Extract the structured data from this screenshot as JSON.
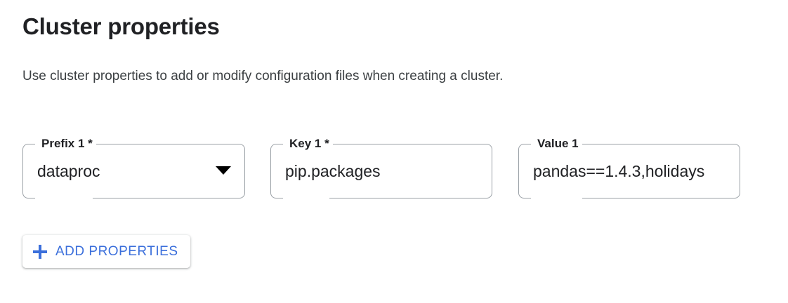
{
  "header": {
    "title": "Cluster properties",
    "subtitle": "Use cluster properties to add or modify configuration files when creating a cluster."
  },
  "colors": {
    "accent_blue": "#3b6fdb",
    "text_primary": "#202124",
    "text_secondary": "#3c4043",
    "field_border": "#9aa0a6",
    "background": "#ffffff"
  },
  "form": {
    "fields": [
      {
        "name": "prefix",
        "label": "Prefix 1",
        "required_marker": "*",
        "value": "dataproc",
        "control": "select",
        "icon": "chevron-down-icon"
      },
      {
        "name": "key",
        "label": "Key 1",
        "required_marker": "*",
        "value": "pip.packages",
        "control": "text"
      },
      {
        "name": "value",
        "label": "Value 1",
        "required_marker": "",
        "value": "pandas==1.4.3,holidays",
        "control": "text"
      }
    ]
  },
  "actions": {
    "add_properties": {
      "label": "ADD PROPERTIES",
      "icon": "plus-icon"
    }
  }
}
